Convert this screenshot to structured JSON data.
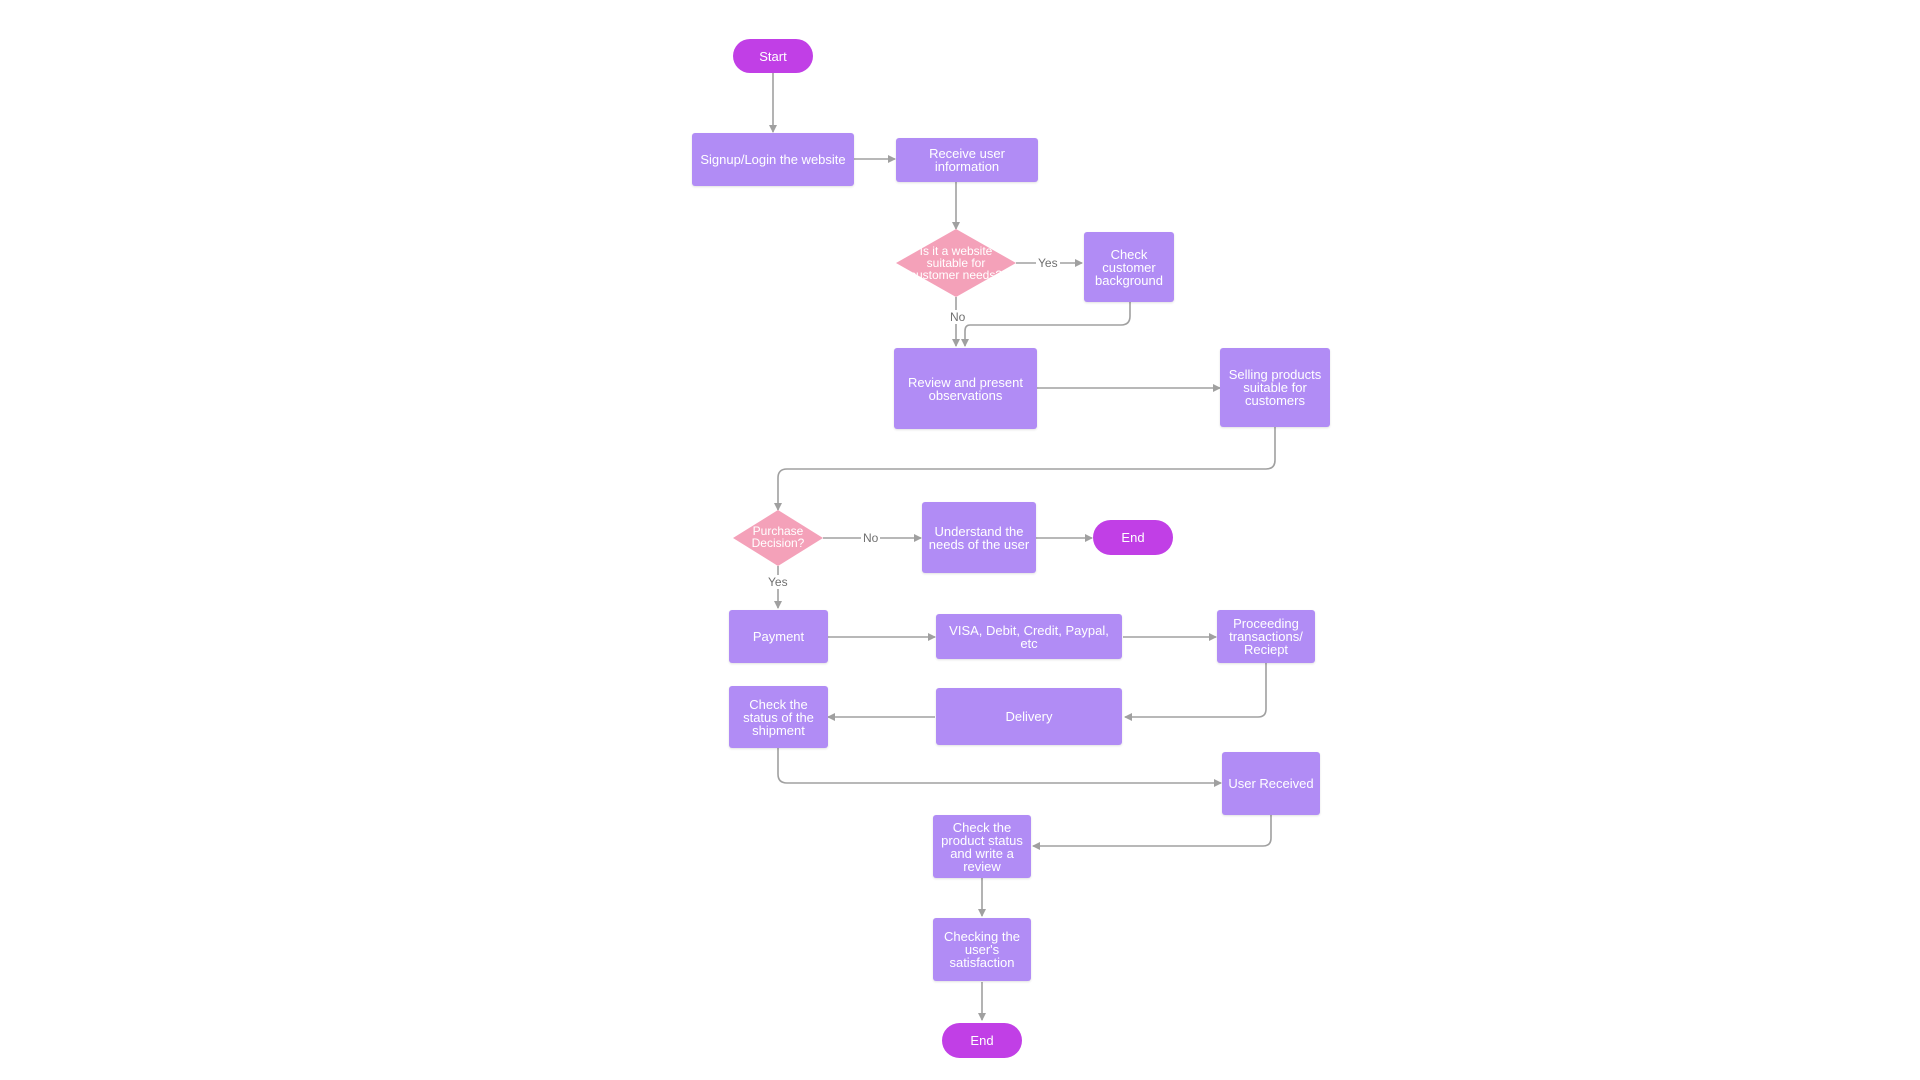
{
  "colors": {
    "process": "#b18cf5",
    "terminal": "#c13fe6",
    "decision": "#f4a1b9",
    "connector": "#a0a0a0",
    "label": "#707070"
  },
  "nodes": {
    "start": "Start",
    "signup": "Signup/Login the website",
    "receive_info": "Receive user information",
    "decision_suitable": "Is it a website suitable for customer needs?",
    "check_background": "Check customer background",
    "review": "Review and present observations",
    "selling": "Selling products suitable for customers",
    "decision_purchase": "Purchase Decision?",
    "understand_needs": "Understand the needs of the user",
    "end_early": "End",
    "payment": "Payment",
    "payment_methods": "VISA, Debit, Credit, Paypal, etc",
    "proceeding": "Proceeding transactions/ Reciept",
    "delivery": "Delivery",
    "check_shipment": "Check the status of the shipment",
    "user_received": "User Received",
    "check_product": "Check the product status and write a review",
    "check_satisfaction": "Checking the user's satisfaction",
    "end": "End"
  },
  "edge_labels": {
    "suitable_yes": "Yes",
    "suitable_no": "No",
    "purchase_no": "No",
    "purchase_yes": "Yes"
  }
}
